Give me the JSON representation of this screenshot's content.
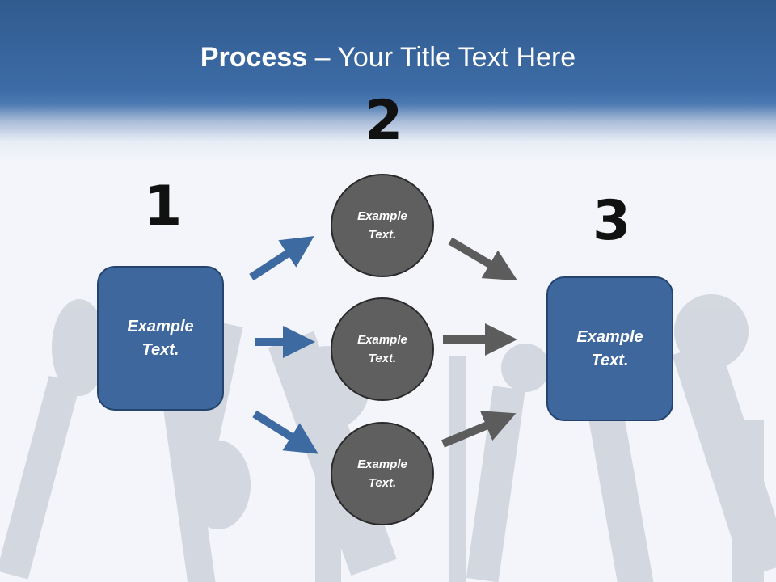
{
  "slide": {
    "title_bold": "Process",
    "title_rest": " – Your Title Text Here"
  },
  "numbers": {
    "one": "1",
    "two": "2",
    "three": "3"
  },
  "source_box": {
    "line1": "Example",
    "line2": "Text."
  },
  "target_box": {
    "line1": "Example",
    "line2": "Text."
  },
  "circles": [
    {
      "line1": "Example",
      "line2": "Text."
    },
    {
      "line1": "Example",
      "line2": "Text."
    },
    {
      "line1": "Example",
      "line2": "Text."
    }
  ],
  "colors": {
    "header_blue": "#3d6ba5",
    "box_blue": "#3d679d",
    "circle_gray": "#5f5f5f",
    "arrow_blue": "#3e6aa2",
    "arrow_gray": "#5c5c5c"
  },
  "background_image": "microphones-icon"
}
